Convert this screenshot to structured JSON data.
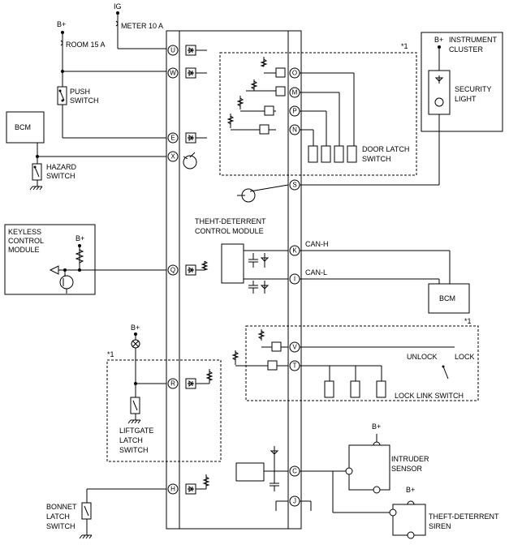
{
  "labels": {
    "ig": "IG",
    "b_plus": "B+",
    "meter": "METER 10 A",
    "room": "ROOM 15 A",
    "push_switch": [
      "PUSH",
      "SWITCH"
    ],
    "bcm": "BCM",
    "hazard_switch": [
      "HAZARD",
      "SWITCH"
    ],
    "keyless_module": [
      "KEYLESS",
      "CONTROL",
      "MODULE"
    ],
    "liftgate_switch": [
      "LIFTGATE",
      "LATCH",
      "SWITCH"
    ],
    "bonnet_switch": [
      "BONNET",
      "LATCH",
      "SWITCH"
    ],
    "theft_module": [
      "THEHT-DETERRENT",
      "CONTROL MODULE"
    ],
    "door_latch_switch": [
      "DOOR LATCH",
      "SWITCH"
    ],
    "instrument_cluster": [
      "INSTRUMENT",
      "CLUSTER"
    ],
    "security_light": [
      "SECURITY",
      "LIGHT"
    ],
    "can_h": "CAN-H",
    "can_l": "CAN-L",
    "unlock": "UNLOCK",
    "lock": "LOCK",
    "lock_link_switch": "LOCK LINK SWITCH",
    "intruder_sensor": [
      "INTRUDER",
      "SENSOR"
    ],
    "siren": [
      "THEFT-DETERRENT",
      "SIREN"
    ],
    "note_marker": "*1"
  },
  "left_pins": [
    "U",
    "W",
    "E",
    "X",
    "Q",
    "R",
    "H"
  ],
  "right_pins": [
    "O",
    "M",
    "P",
    "N",
    "S",
    "K",
    "I",
    "V",
    "T",
    "C",
    "J"
  ]
}
